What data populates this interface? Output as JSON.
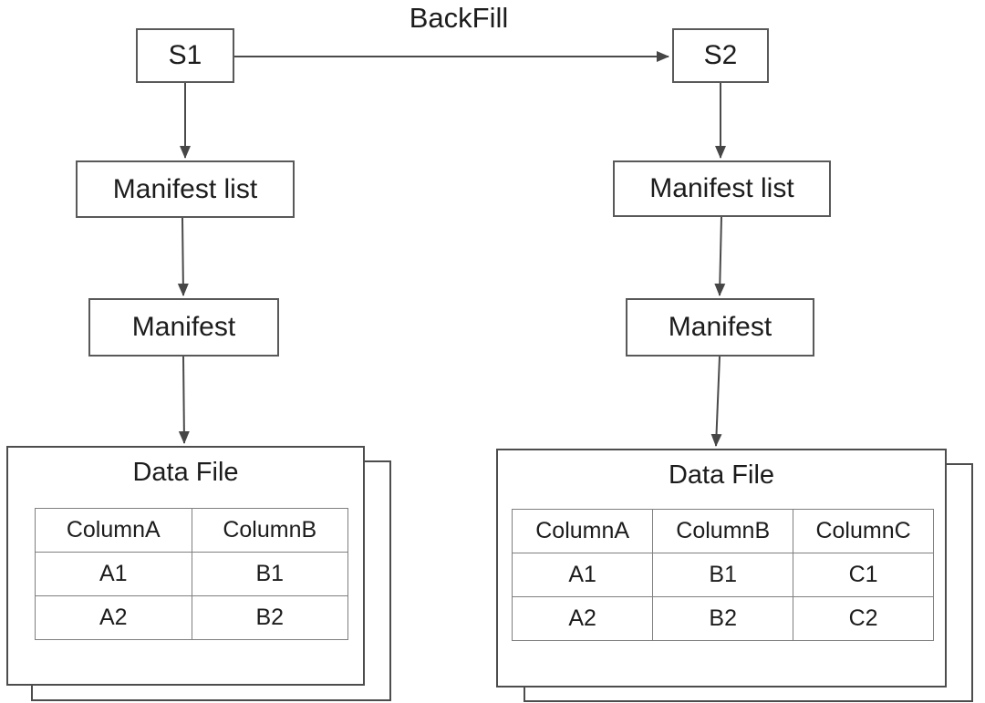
{
  "diagram": {
    "backfill_label": "BackFill",
    "colors": {
      "background": "#ffffff",
      "line": "#4a4a4a",
      "box_border": "#595959",
      "table_border": "#7f7f7f",
      "text": "#1c1c1c"
    },
    "left": {
      "snapshot_label": "S1",
      "manifest_list_label": "Manifest list",
      "manifest_label": "Manifest",
      "data_file": {
        "title": "Data File",
        "columns": [
          "ColumnA",
          "ColumnB"
        ],
        "rows": [
          [
            "A1",
            "B1"
          ],
          [
            "A2",
            "B2"
          ]
        ]
      }
    },
    "right": {
      "snapshot_label": "S2",
      "manifest_list_label": "Manifest list",
      "manifest_label": "Manifest",
      "data_file": {
        "title": "Data File",
        "columns": [
          "ColumnA",
          "ColumnB",
          "ColumnC"
        ],
        "rows": [
          [
            "A1",
            "B1",
            "C1"
          ],
          [
            "A2",
            "B2",
            "C2"
          ]
        ]
      }
    }
  }
}
